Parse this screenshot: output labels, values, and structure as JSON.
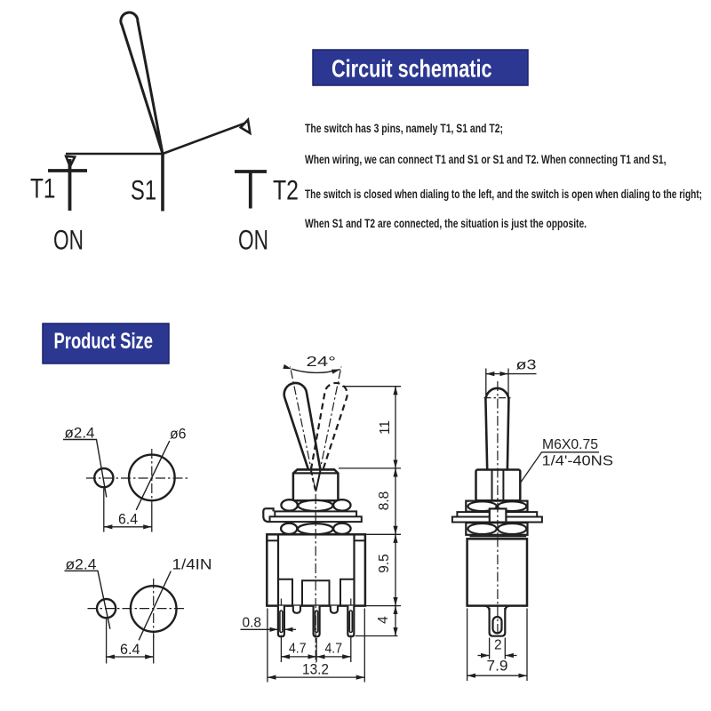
{
  "colors": {
    "accent_blue": "#2c3792",
    "ink": "#1f1f1f",
    "background": "#ffffff"
  },
  "sections": {
    "circuit_title": "Circuit schematic",
    "product_title": "Product Size"
  },
  "schematic": {
    "pin_labels": {
      "t1": "T1",
      "s1": "S1",
      "t2": "T2"
    },
    "state_labels": {
      "left": "ON",
      "right": "ON"
    },
    "description_lines": [
      "The switch has 3 pins, namely T1, S1 and T2;",
      "When wiring, we can connect T1 and S1 or S1 and T2. When connecting T1 and S1,",
      "The switch is closed when dialing to the left, and the switch is open when dialing to the right;",
      "When S1 and T2 are connected, the situation is just the opposite."
    ]
  },
  "dimensions": {
    "hole_top": {
      "small_dia": "ø2.4",
      "large_dia": "ø6",
      "pitch": "6.4"
    },
    "hole_bottom": {
      "small_dia": "ø2.4",
      "large_dia": "1/4IN",
      "pitch": "6.4"
    },
    "front_view": {
      "angle": "24°",
      "lever_height": "11",
      "neck_height": "8.8",
      "body_height": "9.5",
      "pin_length": "4",
      "pin_width": "0.8",
      "pin_pitch_left": "4.7",
      "pin_pitch_right": "4.7",
      "body_width": "13.2"
    },
    "side_view": {
      "lever_dia": "ø3",
      "thread_metric": "M6X0.75",
      "thread_imperial": "1/4'-40NS",
      "pin_width": "2",
      "body_depth": "7.9"
    }
  }
}
